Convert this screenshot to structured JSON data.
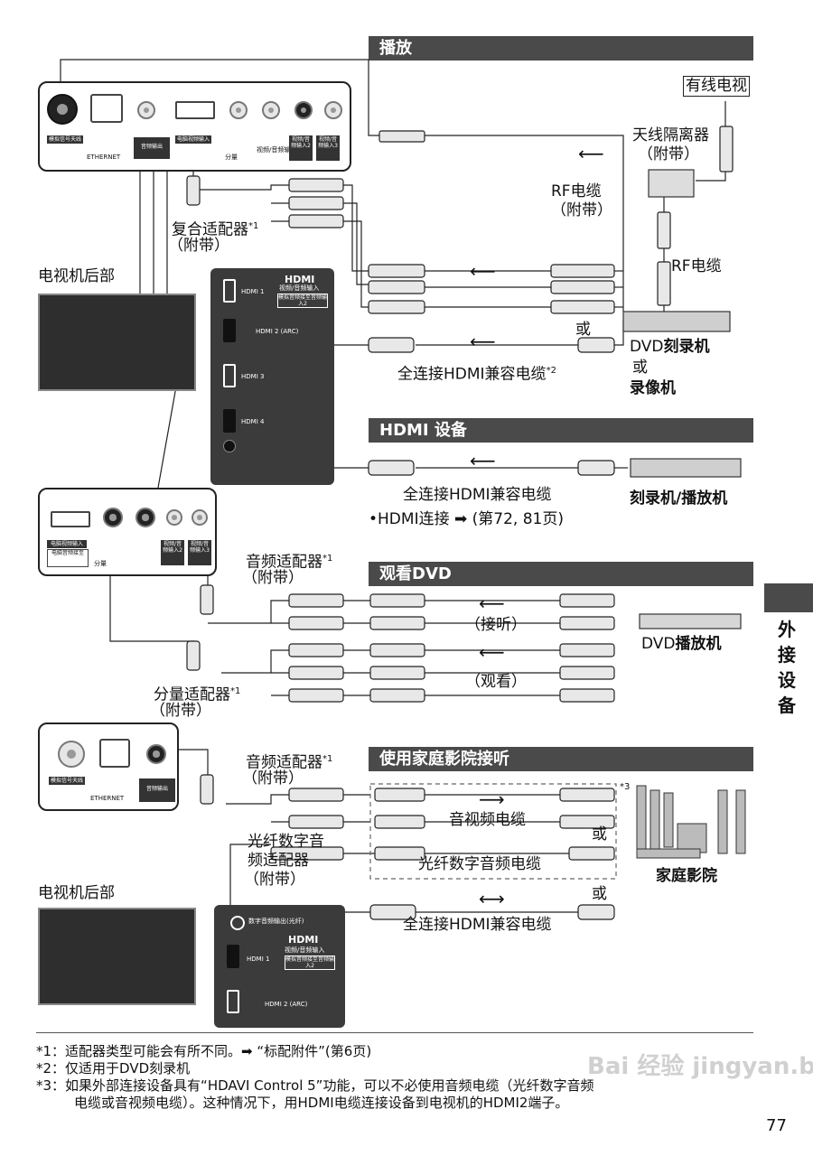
{
  "sections": {
    "playback": "播放",
    "hdmi_device": "HDMI 设备",
    "watch_dvd": "观看DVD",
    "home_theater": "使用家庭影院接听"
  },
  "labels": {
    "cable_tv": "有线电视",
    "antenna_isolator": "天线隔离器",
    "antenna_isolator_note": "（附带）",
    "rf_cable_supplied": "RF电缆",
    "rf_cable_supplied_note": "（附带）",
    "rf_cable": "RF电缆",
    "composite_adapter": "复合适配器",
    "composite_adapter_sup": "*1",
    "composite_adapter_note": "（附带）",
    "tv_back": "电视机后部",
    "or1": "或",
    "dvd_recorder_a": "DVD",
    "dvd_recorder_b": "刻录机",
    "or_vcr": "或",
    "vcr": "录像机",
    "hdmi_cable_full1": "全连接HDMI兼容电缆",
    "hdmi_cable_full1_sup": "*2",
    "hdmi_cable_full2": "全连接HDMI兼容电缆",
    "recorder_player": "刻录机/播放机",
    "hdmi_link_note": "•HDMI连接 ➡ (第72, 81页)",
    "audio_adapter1": "音频适配器",
    "audio_adapter1_sup": "*1",
    "audio_adapter1_note": "（附带）",
    "listen": "（接听）",
    "watch": "（观看）",
    "dvd_player_a": "DVD",
    "dvd_player_b": "播放机",
    "component_adapter": "分量适配器",
    "component_adapter_sup": "*1",
    "component_adapter_note": "（附带）",
    "audio_adapter2": "音频适配器",
    "audio_adapter2_sup": "*1",
    "audio_adapter2_note": "（附带）",
    "av_cable": "音视频电缆",
    "or2": "或",
    "optical_adapter_1": "光纤数字音",
    "optical_adapter_2": "频适配器",
    "optical_adapter_3": "（附带）",
    "optical_cable": "光纤数字音频电缆",
    "or3": "或",
    "hdmi_cable_full3": "全连接HDMI兼容电缆",
    "home_theater": "家庭影院",
    "note3_mark": "*3",
    "tv_back2": "电视机后部"
  },
  "panel_text": {
    "antenna_in": "模拟信号天线",
    "ethernet": "ETHERNET",
    "audio_out": "音频输出",
    "pc_in": "电脑视频输入",
    "analog_audio": "电脑音频接至",
    "audio_in2": "音频输入2",
    "component": "分量",
    "av_in1": "视频/音频输入1",
    "av_in2": "视频/音频输入2",
    "av_in3": "视频/音频输入3",
    "hdmi_logo": "HDMI",
    "hdmi_av_in": "视频/音频输入",
    "hdmi_analog": "模拟音频接至音频输入2",
    "hdmi1": "HDMI 1",
    "hdmi2_arc": "HDMI 2 (ARC)",
    "hdmi3": "HDMI 3",
    "hdmi4": "HDMI 4",
    "digital_audio_out": "数字音频输出(光纤)"
  },
  "side_tab": "外接设备",
  "footnotes": {
    "n1": "*1：适配器类型可能会有所不同。➡ “标配附件”(第6页)",
    "n2": "*2：仅适用于DVD刻录机",
    "n3a": "*3：如果外部连接设备具有“HDAVI Control 5”功能，可以不必使用音频电缆（光纤数字音频",
    "n3b": "电缆或音视频电缆）。这种情况下，用HDMI电缆连接设备到电视机的HDMI2端子。"
  },
  "page_number": "77",
  "watermark": "Bai 经验 jingyan.baidu.com",
  "colors": {
    "band": "#4a4a4a",
    "panel_dark": "#3b3b3b"
  }
}
